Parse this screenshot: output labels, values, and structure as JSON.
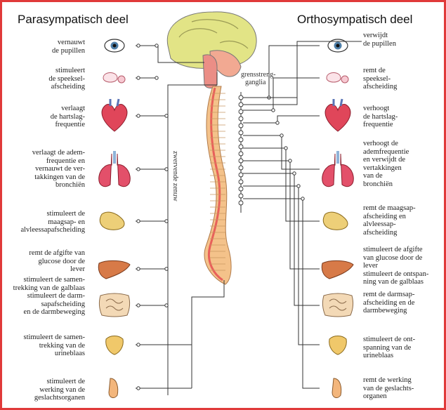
{
  "titles": {
    "left": "Parasympatisch deel",
    "right": "Orthosympatisch deel"
  },
  "center": {
    "ganglia": [
      "grensstreng-",
      "ganglia"
    ],
    "nerve": "zwervende zenuw"
  },
  "left": [
    {
      "organ": "eye",
      "lines": [
        "vernauwt",
        "de pupillen"
      ]
    },
    {
      "organ": "gland",
      "lines": [
        "stimuleert",
        "de speeksel-",
        "afscheiding"
      ]
    },
    {
      "organ": "heart",
      "lines": [
        "verlaagt",
        "de hartslag-",
        "frequentie"
      ]
    },
    {
      "organ": "lungs",
      "lines": [
        "verlaagt de adem-",
        "frequentie en",
        "vernauwt de ver-",
        "takkingen van de",
        "bronchiën"
      ]
    },
    {
      "organ": "stomach",
      "lines": [
        "stimuleert de",
        "maagsap- en",
        "alvleessapafscheiding"
      ]
    },
    {
      "organ": "liver",
      "lines": [
        "remt de afgifte van",
        "glucose door de",
        "lever"
      ]
    },
    {
      "organ": "intestine",
      "lines": [
        "stimuleert de samen-",
        "trekking van de galblaas",
        "stimuleert de darm-",
        "sapafscheiding",
        "en de darmbeweging"
      ]
    },
    {
      "organ": "bladder",
      "lines": [
        "stimuleert de samen-",
        "trekking van de",
        "urineblaas"
      ]
    },
    {
      "organ": "genitals",
      "lines": [
        "stimuleert de",
        "werking van de",
        "geslachtsorganen"
      ]
    }
  ],
  "right": [
    {
      "organ": "eye",
      "lines": [
        "verwijdt",
        "de pupillen"
      ]
    },
    {
      "organ": "gland",
      "lines": [
        "remt de",
        "speeksel-",
        "afscheiding"
      ]
    },
    {
      "organ": "heart",
      "lines": [
        "verhoogt",
        "de hartslag-",
        "frequentie"
      ]
    },
    {
      "organ": "lungs",
      "lines": [
        "verhoogt de",
        "ademfrequentie",
        "en verwijdt de",
        "vertakkingen",
        "van de",
        "bronchiën"
      ]
    },
    {
      "organ": "stomach",
      "lines": [
        "remt de maagsap-",
        "afscheiding en",
        "alvleessap-",
        "afscheiding"
      ]
    },
    {
      "organ": "liver",
      "lines": [
        "stimuleert de afgifte",
        "van glucose door de",
        "lever",
        "stimuleert de ontspan-",
        "ning van de galblaas"
      ]
    },
    {
      "organ": "intestine",
      "lines": [
        "remt de darmsap-",
        "afscheiding en de",
        "darmbeweging"
      ]
    },
    {
      "organ": "bladder",
      "lines": [
        "stimuleert de ont-",
        "spanning van de",
        "urineblaas"
      ]
    },
    {
      "organ": "genitals",
      "lines": [
        "remt de werking",
        "van de geslachts-",
        "organen"
      ]
    }
  ],
  "colors": {
    "border": "#e03a3a",
    "brain": "#e2e486",
    "brainstem": "#eb8e86",
    "spine": "#f4c28a",
    "spinal_cord": "#e8605a",
    "heart": "#e0465a",
    "lungs": "#e3506a",
    "stomach": "#edcf78",
    "liver": "#d77a48",
    "intestine": "#f3d9b6",
    "bladder": "#f0c86a",
    "genitals": "#f3b67c",
    "wire": "#333333"
  }
}
